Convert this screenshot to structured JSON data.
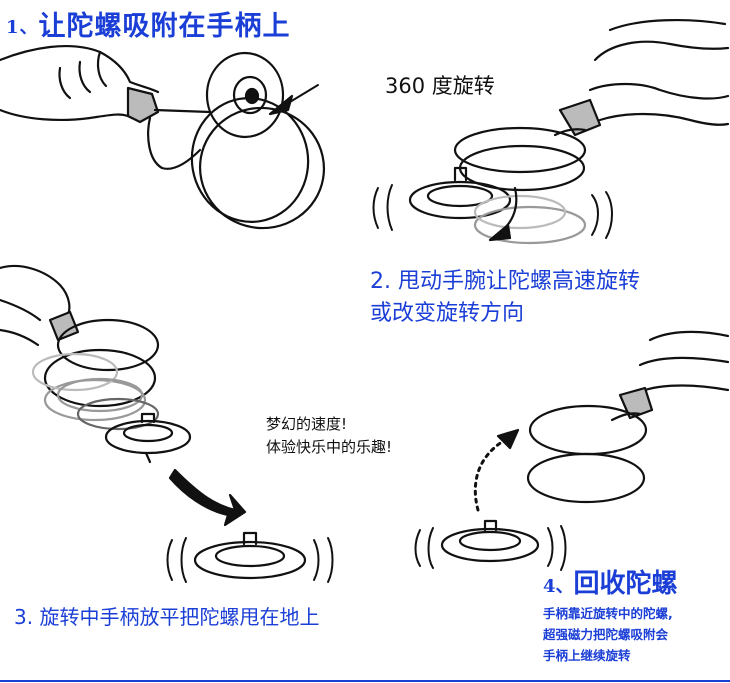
{
  "step1": {
    "number": "1、",
    "title": "让陀螺吸附在手柄上"
  },
  "rotate_label": "360 度旋转",
  "step2": {
    "line1": "2. 甩动手腕让陀螺高速旋转",
    "line2": "或改变旋转方向"
  },
  "dream": {
    "line1": "梦幻的速度!",
    "line2": "体验快乐中的乐趣!"
  },
  "step3": {
    "text": "3. 旋转中手柄放平把陀螺甩在地上"
  },
  "step4": {
    "number": "4、",
    "title": "回收陀螺",
    "desc_line1": "手柄靠近旋转中的陀螺,",
    "desc_line2": "超强磁力把陀螺吸附会",
    "desc_line3": "手柄上继续旋转"
  },
  "colors": {
    "accent": "#1b3fd6",
    "ink": "#111111"
  }
}
